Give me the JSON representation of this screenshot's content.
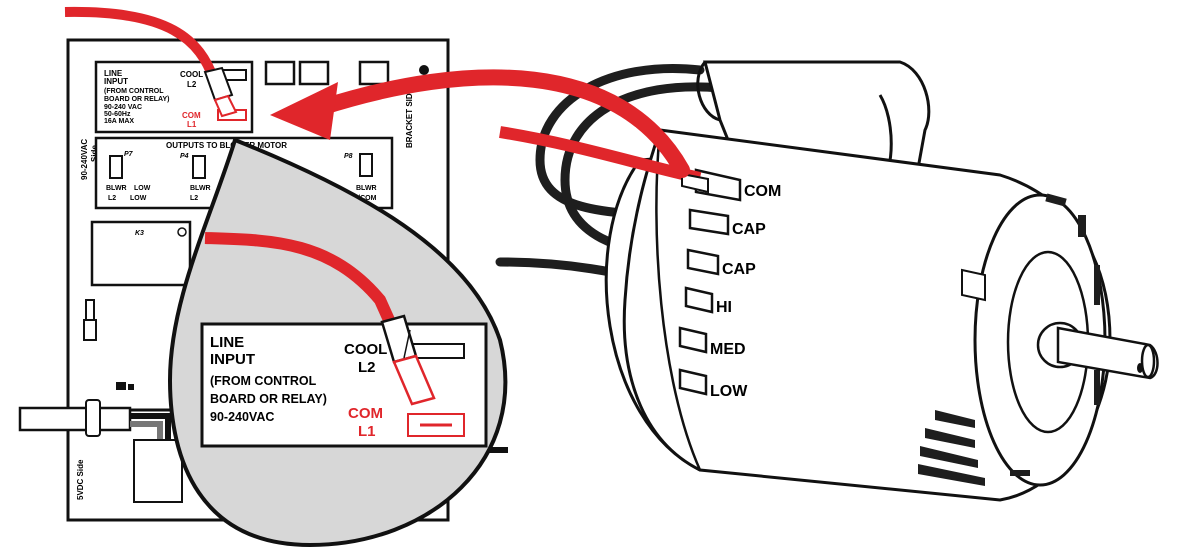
{
  "colors": {
    "wire_red": "#e0262b",
    "wire_black": "#1e1e1e",
    "outline": "#111111",
    "magnifier_fill": "#d7d7d7",
    "board_fill": "#ffffff"
  },
  "board": {
    "side_top": "90-240VAC",
    "side_top_sub": "Side",
    "side_bottom": "5VDC Side",
    "bracket_side": "BRACKET SIDE",
    "line_input_box": {
      "title_1": "LINE",
      "title_2": "INPUT",
      "line_3": "(FROM CONTROL",
      "line_4": "BOARD OR RELAY)",
      "line_5": "90-240 VAC",
      "line_6": "50-60Hz",
      "line_7": "16A MAX",
      "cool_label": "COOL",
      "l2_label": "L2",
      "com_label": "COM",
      "l1_label": "L1"
    },
    "outputs_header": "OUTPUTS TO BLOWER MOTOR",
    "connectors": [
      {
        "id": "P7",
        "line1": "BLWR",
        "line2": "LOW",
        "line3": "L2",
        "line4": "LOW"
      },
      {
        "id": "P4",
        "line1": "BLWR",
        "line2": "",
        "line3": "L2",
        "line4": ""
      },
      {
        "id": "P8",
        "line1": "BLWR",
        "line2": "",
        "line3": "L1/COM",
        "line4": ""
      }
    ],
    "relay_label": "K3"
  },
  "zoom": {
    "title_1": "LINE",
    "title_2": "INPUT",
    "line_3": "(FROM CONTROL",
    "line_4": "BOARD OR RELAY)",
    "line_5": "90-240VAC",
    "cool_label": "COOL",
    "l2_label": "L2",
    "com_label": "COM",
    "l1_label": "L1"
  },
  "motor": {
    "terminals": [
      "COM",
      "CAP",
      "CAP",
      "HI",
      "MED",
      "LOW"
    ]
  }
}
